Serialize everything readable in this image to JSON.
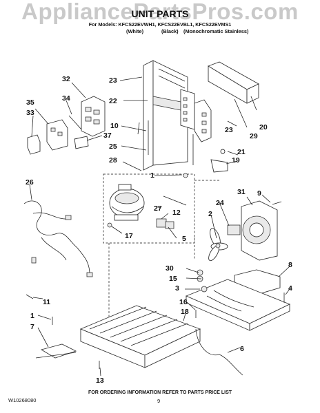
{
  "watermark": "AppliancePartsPros.com",
  "title": "UNIT PARTS",
  "subtitle": "For Models: KFCS22EVWH1, KFCS22EVBL1, KFCS22EVMS1",
  "colors": [
    "(White)",
    "(Black)",
    "(Monochromatic Stainless)"
  ],
  "callouts": [
    "1",
    "2",
    "3",
    "4",
    "5",
    "6",
    "7",
    "8",
    "9",
    "10",
    "11",
    "12",
    "13",
    "15",
    "16",
    "17",
    "18",
    "19",
    "20",
    "21",
    "22",
    "23",
    "24",
    "25",
    "26",
    "27",
    "28",
    "29",
    "30",
    "31",
    "32",
    "33",
    "34",
    "35",
    "37"
  ],
  "footer": {
    "doc_number": "W10268080",
    "ordering_note": "FOR ORDERING INFORMATION REFER TO PARTS PRICE LIST",
    "page": "9"
  }
}
